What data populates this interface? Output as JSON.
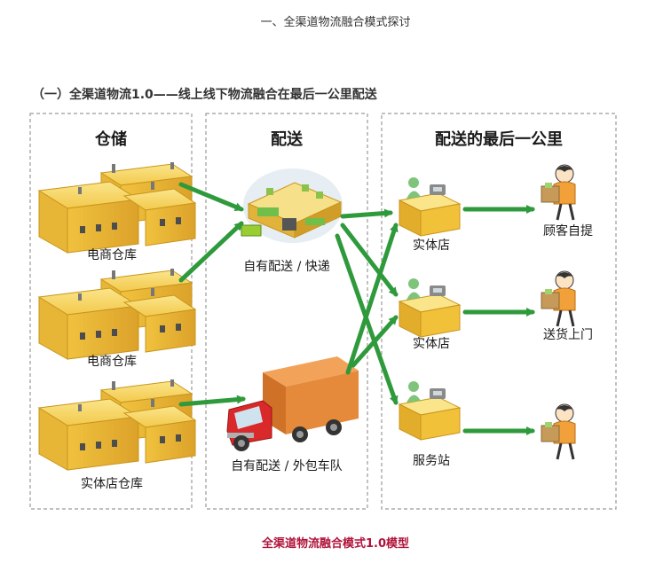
{
  "page_title": "一、全渠道物流融合模式探讨",
  "section_heading": "（一）全渠道物流1.0——线上线下物流融合在最后一公里配送",
  "caption": "全渠道物流融合模式1.0模型",
  "columns": {
    "warehouse": "仓储",
    "delivery": "配送",
    "last_mile": "配送的最后一公里"
  },
  "warehouses": [
    "电商仓库",
    "电商仓库",
    "实体店仓库"
  ],
  "delivery_methods": [
    "自有配送 / 快递",
    "自有配送 / 外包车队"
  ],
  "stores": [
    "实体店",
    "实体店",
    "服务站"
  ],
  "outcomes": [
    "顾客自提",
    "送货上门",
    ""
  ],
  "colors": {
    "arrow": "#2f9a3c",
    "box_border": "#9a9a9a",
    "building": "#f6d765",
    "truck_cab": "#d9292a",
    "truck_box": "#e58a3a",
    "caption": "#b0133a"
  }
}
